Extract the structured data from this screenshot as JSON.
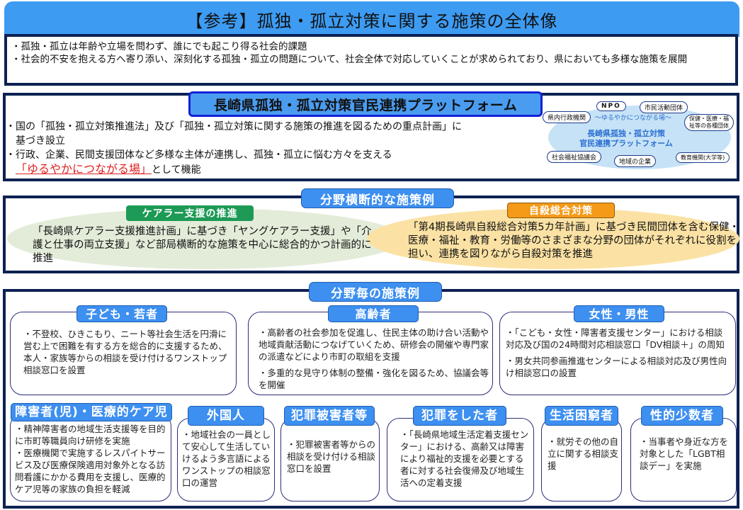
{
  "title": "【参考】孤独・孤立対策に関する施策の全体像",
  "intro": {
    "bullets": [
      "・孤独・孤立は年齢や立場を問わず、誰にでも起こり得る社会的課題",
      "・社会的不安を抱える方へ寄り添い、深刻化する孤独・孤立の問題について、社会全体で対応していくことが求められており、県においても多様な施策を展開"
    ]
  },
  "platform": {
    "title": "長崎県孤独・孤立対策官民連携プラットフォーム",
    "line1": "・国の「孤独・孤立対策推進法」及び「孤独・孤立対策に関する施策の推進を図るための重点計画」に",
    "line1b": "基づき設立",
    "line2": "・行政、企業、民間支援団体など多様な主体が連携し、孤独・孤立に悩む方々を支える",
    "highlight": "「ゆるやかにつながる場」",
    "line3_suffix": "として機能",
    "diagram": {
      "subtitle": "～ゆるやかにつながる場～",
      "center_line1": "長崎県孤独・孤立対策",
      "center_line2": "官民連携プラットフォーム",
      "members": [
        "NPO",
        "市民活動団体",
        "県内行政機関",
        "保健・医療・福祉等の各種団体",
        "社会福祉協議会",
        "地域の企業",
        "教育機関(大学等)"
      ]
    }
  },
  "cross_sector": {
    "tab": "分野横断的な施策例",
    "carer": {
      "tag": "ケアラー支援の推進",
      "text": "「長崎県ケアラー支援推進計画」に基づき「ヤングケアラー支援」や「介護と仕事の両立支援」など部局横断的な施策を中心に総合的かつ計画的に推進"
    },
    "suicide": {
      "tag": "自殺総合対策",
      "text": "「第4期長崎県自殺総合対策5カ年計画」に基づき民間団体を含む保健・医療・福祉・教育・労働等のさまざまな分野の団体がそれぞれに役割を担い、連携を図りながら自殺対策を推進"
    }
  },
  "per_field": {
    "tab": "分野毎の施策例",
    "cards": [
      {
        "label": "子ども・若者",
        "items": [
          "・不登校、ひきこもり、ニート等社会生活を円滑に営む上で困難を有する方を総合的に支援するため、本人・家族等からの相談を受け付けるワンストップ相談窓口を設置"
        ]
      },
      {
        "label": "高齢者",
        "items": [
          "・高齢者の社会参加を促進し、住民主体の助け合い活動や地域貢献活動につなげていくため、研修会の開催や専門家の派遣などにより市町の取組を支援",
          "・多重的な見守り体制の整備・強化を図るため、協議会等を開催"
        ]
      },
      {
        "label": "女性・男性",
        "items": [
          "・「こども・女性・障害者支援センター」における相談対応及び国の24時間対応相談窓口「DV相談＋」の周知",
          "・男女共同参画推進センターによる相談対応及び男性向け相談窓口の設置"
        ]
      },
      {
        "label": "障害者(児)・医療的ケア児",
        "items": [
          "・精神障害者の地域生活支援等を目的に市町等職員向け研修を実施",
          "・医療機関で実施するレスパイトサービス及び医療保険適用対象外となる訪問看護にかかる費用を支援し、医療的ケア児等の家族の負担を軽減"
        ]
      },
      {
        "label": "外国人",
        "items": [
          "・地域社会の一員として安心して生活していけるよう多言語によるワンストップの相談窓口の運営"
        ]
      },
      {
        "label": "犯罪被害者等",
        "items": [
          "・犯罪被害者等からの相談を受け付ける相談窓口を設置"
        ]
      },
      {
        "label": "犯罪をした者",
        "items": [
          "・「長崎県地域生活定着支援センター」における、高齢又は障害により福祉的支援を必要とする者に対する社会復帰及び地域生活への定着支援"
        ]
      },
      {
        "label": "生活困窮者",
        "items": [
          "・就労その他の自立に関する相談支援"
        ]
      },
      {
        "label": "性的少数者",
        "items": [
          "・当事者や身近な方を対象とした「LGBT相談デー」を実施"
        ]
      }
    ]
  },
  "colors": {
    "title_bg": "#3d9bf2",
    "frame_border": "#0d2152",
    "tab_blue": "#3d8ff0",
    "green_tag": "#1d9a55",
    "orange_tag": "#f59a18",
    "highlight_red": "#e02020"
  }
}
